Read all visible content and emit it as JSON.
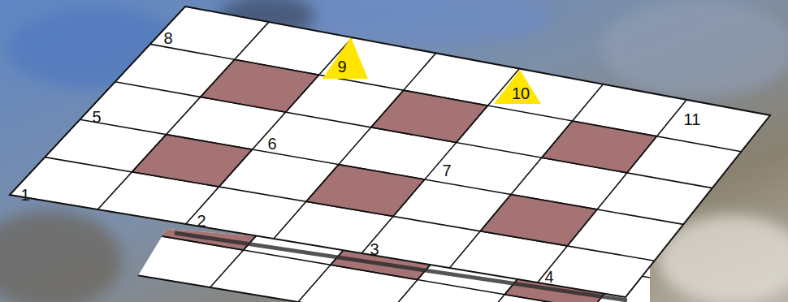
{
  "diagram": {
    "nodes": [
      {
        "text": [
          "9"
        ]
      },
      {
        "text": [
          "10"
        ]
      }
    ],
    "labels": [
      "8",
      "5",
      "11",
      "6",
      "7",
      "1",
      "2",
      "3",
      "4"
    ]
  }
}
